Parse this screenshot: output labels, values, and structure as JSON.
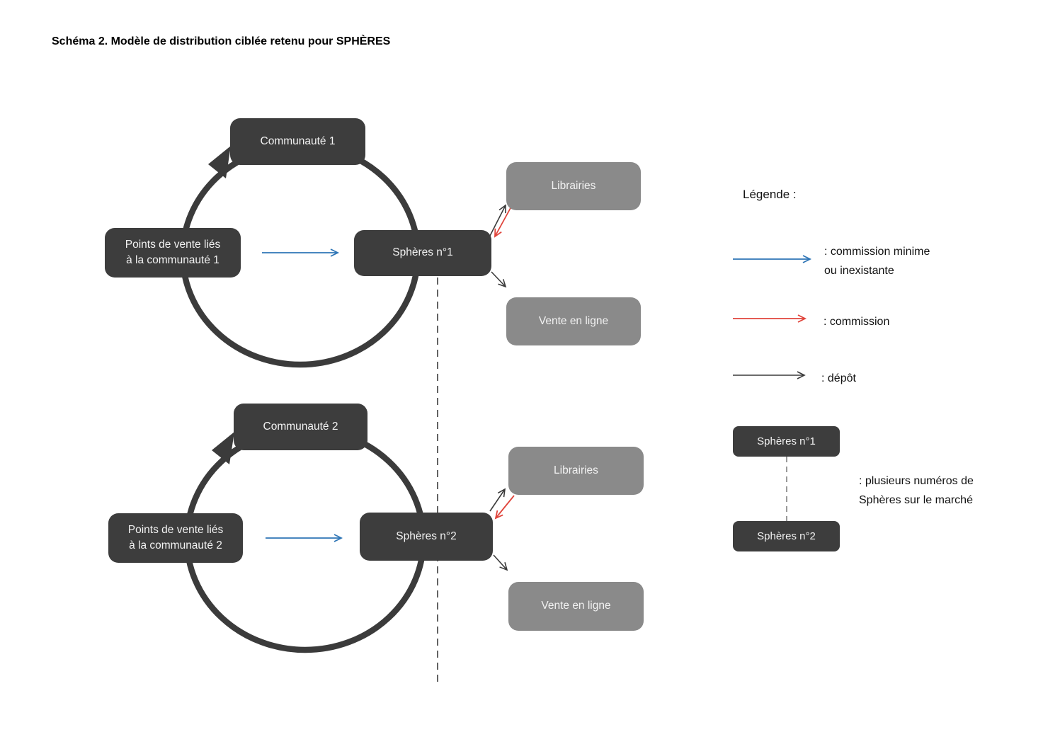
{
  "page": {
    "title": "Schéma 2. Modèle de distribution ciblée retenu pour SPHÈRES"
  },
  "colors": {
    "dark": "#3d3d3d",
    "gray": "#8a8a8a",
    "blue": "#2e75b6",
    "red": "#e0453c",
    "line": "#3b3b3b",
    "legend_dash": "#808080"
  },
  "cycle1": {
    "community": "Communauté 1",
    "points_line1": "Points de vente liés",
    "points_line2": "à la communauté 1",
    "spheres": "Sphères n°1",
    "libraries": "Librairies",
    "online": "Vente en ligne"
  },
  "cycle2": {
    "community": "Communauté 2",
    "points_line1": "Points de vente liés",
    "points_line2": "à la communauté 2",
    "spheres": "Sphères n°2",
    "libraries": "Librairies",
    "online": "Vente en ligne"
  },
  "legend": {
    "title": "Légende :",
    "blue_label_line1": ": commission minime",
    "blue_label_line2": "ou inexistante",
    "red_label": ": commission",
    "black_label": ": dépôt",
    "spheres1": "Sphères n°1",
    "spheres2": "Sphères n°2",
    "dashed_label_line1": ": plusieurs numéros de",
    "dashed_label_line2": "Sphères sur le marché"
  }
}
